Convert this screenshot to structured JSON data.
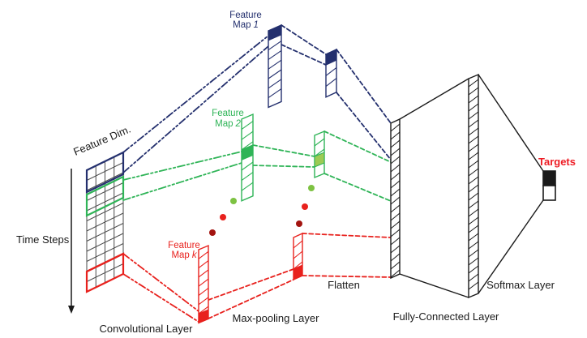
{
  "figure": {
    "title_semantic": "CNN architecture diagram for time-series classification",
    "colors": {
      "blue": "#24306E",
      "green": "#2FB457",
      "light_green": "#9DCB54",
      "red": "#E8211D",
      "dark_red": "#A31410",
      "dot_green": "#7DC242",
      "black": "#1A1A1A",
      "grid_gray": "#4A4A4A",
      "target_red": "#EE1C24",
      "white": "#FFFFFF"
    },
    "labels": {
      "feature_dim": "Feature Dim.",
      "time_steps": "Time Steps",
      "convolutional_layer": "Convolutional Layer",
      "max_pooling_layer": "Max-pooling Layer",
      "flatten": "Flatten",
      "fully_connected_layer": "Fully-Connected Layer",
      "softmax_layer": "Softmax Layer",
      "targets": "Targets",
      "feature_map_1": {
        "line1": "Feature",
        "line2": "Map",
        "index": "1"
      },
      "feature_map_2": {
        "line1": "Feature",
        "line2": "Map",
        "index": "2"
      },
      "feature_map_k": {
        "line1": "Feature",
        "line2": "Map",
        "index": "k"
      }
    },
    "structure": {
      "input_grid": {
        "columns": 4,
        "rows": 12,
        "band_order": [
          "blue",
          "green",
          "red"
        ]
      },
      "feature_maps": [
        {
          "id": "1",
          "cells": 8,
          "filled_cell": 0,
          "color": "blue"
        },
        {
          "id": "2",
          "cells": 8,
          "filled_cell": 3,
          "color": "green"
        },
        {
          "id": "k",
          "cells": 8,
          "filled_cell": 7,
          "color": "red"
        }
      ],
      "pooled_maps": [
        {
          "cells": 4,
          "filled_cell": 0,
          "color": "blue"
        },
        {
          "cells": 4,
          "filled_cell": 2,
          "color": "green",
          "fill": "light_green"
        },
        {
          "cells": 4,
          "filled_cell": 3,
          "color": "red"
        }
      ],
      "flatten_column": {
        "hatched": true
      },
      "softmax_column": {
        "hatched": true
      },
      "targets": {
        "cells": [
          "filled",
          "empty"
        ]
      },
      "ellipsis_dot_groups": 2,
      "ellipsis_dots_per_group": 3
    }
  }
}
